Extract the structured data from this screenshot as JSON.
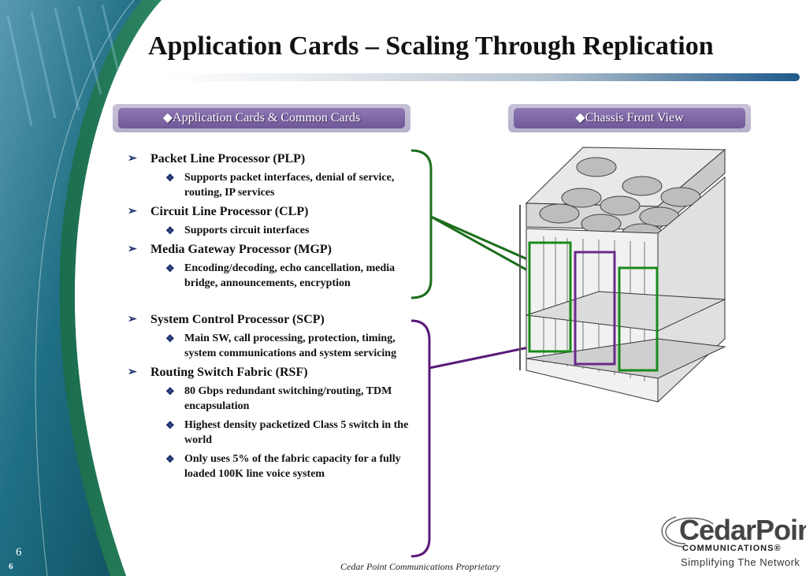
{
  "title": "Application Cards – Scaling Through Replication",
  "headers": {
    "left": "◆Application Cards & Common Cards",
    "right": "◆Chassis Front View"
  },
  "groups": [
    {
      "color": "#1a6e1a",
      "items": [
        {
          "label": "Packet Line Processor (PLP)",
          "subs": [
            "Supports packet interfaces, denial of service, routing, IP services"
          ]
        },
        {
          "label": "Circuit Line Processor (CLP)",
          "subs": [
            "Supports circuit interfaces"
          ]
        },
        {
          "label": "Media Gateway Processor (MGP)",
          "subs": [
            "Encoding/decoding, echo cancellation, media bridge, announcements, encryption"
          ]
        }
      ]
    },
    {
      "color": "#5a1a7a",
      "items": [
        {
          "label": "System Control Processor (SCP)",
          "subs": [
            "Main SW, call processing, protection, timing, system communications and system servicing"
          ]
        },
        {
          "label": "Routing Switch Fabric (RSF)",
          "subs": [
            "80 Gbps redundant switching/routing, TDM encapsulation",
            "Highest density packetized Class 5 switch in the world",
            "Only uses 5% of  the fabric capacity for a fully loaded 100K line voice system"
          ]
        }
      ]
    }
  ],
  "bullets": {
    "main": "➢",
    "sub": "❖"
  },
  "footer": "Cedar Point Communications Proprietary",
  "page_number": "6",
  "page_number_small": "6",
  "logo": {
    "name": "CedarPoint",
    "sub": "COMMUNICATIONS®",
    "tagline": "Simplifying The Network"
  },
  "colors": {
    "green": "#1a6e1a",
    "purple": "#5a1a7a",
    "header": "#7a63a3"
  }
}
